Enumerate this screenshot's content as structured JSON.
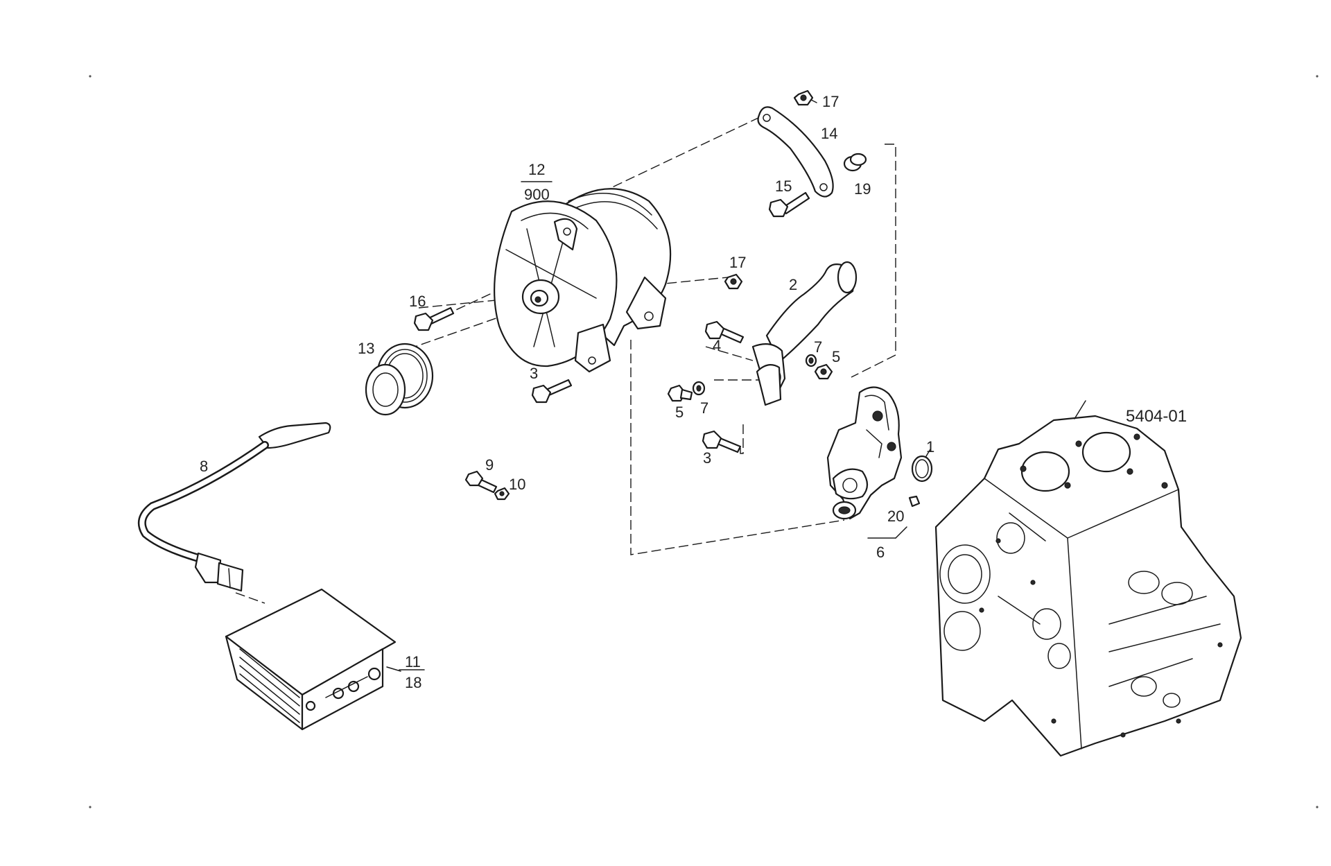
{
  "diagram": {
    "reference_code": "5404-01",
    "callouts": [
      {
        "id": "c17a",
        "text": "17"
      },
      {
        "id": "c14",
        "text": "14"
      },
      {
        "id": "c19",
        "text": "19"
      },
      {
        "id": "c15",
        "text": "15"
      },
      {
        "id": "c12",
        "text": "12"
      },
      {
        "id": "c900",
        "text": "900"
      },
      {
        "id": "c17b",
        "text": "17"
      },
      {
        "id": "c2",
        "text": "2"
      },
      {
        "id": "c16",
        "text": "16"
      },
      {
        "id": "c13",
        "text": "13"
      },
      {
        "id": "c4",
        "text": "4"
      },
      {
        "id": "c7a",
        "text": "7"
      },
      {
        "id": "c5a",
        "text": "5"
      },
      {
        "id": "c3a",
        "text": "3"
      },
      {
        "id": "c5b",
        "text": "5"
      },
      {
        "id": "c7b",
        "text": "7"
      },
      {
        "id": "c3b",
        "text": "3"
      },
      {
        "id": "c1",
        "text": "1"
      },
      {
        "id": "c8",
        "text": "8"
      },
      {
        "id": "c9",
        "text": "9"
      },
      {
        "id": "c10",
        "text": "10"
      },
      {
        "id": "c20",
        "text": "20"
      },
      {
        "id": "c6",
        "text": "6"
      },
      {
        "id": "c11",
        "text": "11"
      },
      {
        "id": "c18",
        "text": "18"
      }
    ]
  }
}
